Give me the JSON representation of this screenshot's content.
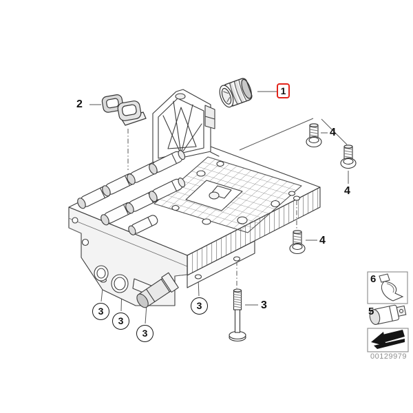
{
  "diagram": {
    "code": "00129979",
    "callouts": {
      "one": "1",
      "two": "2",
      "three": "3",
      "four": "4",
      "five": "5",
      "six": "6"
    }
  },
  "colors": {
    "highlight": "#e2231a",
    "ink": "#3a3a3a",
    "muted": "#8f8f8f"
  }
}
